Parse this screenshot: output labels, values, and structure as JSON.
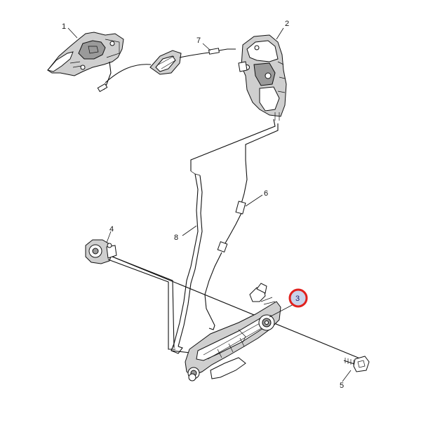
{
  "callouts": {
    "c1": "1",
    "c2": "2",
    "c3": "3",
    "c4": "4",
    "c5": "5",
    "c6": "6",
    "c7": "7",
    "c8": "8"
  },
  "highlight": {
    "selected": "3",
    "ring_color": "#e0211e",
    "fill_color": "#c9d3ea"
  }
}
